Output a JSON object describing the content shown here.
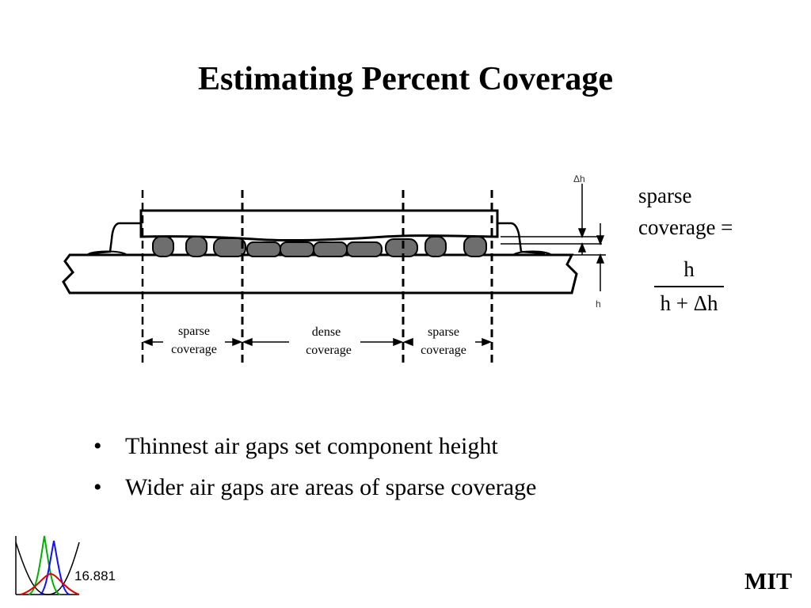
{
  "slide": {
    "title": "Estimating Percent Coverage"
  },
  "diagram": {
    "region_labels": [
      {
        "line1": "sparse",
        "line2": "coverage"
      },
      {
        "line1": "dense",
        "line2": "coverage"
      },
      {
        "line1": "sparse",
        "line2": "coverage"
      }
    ],
    "delta_h_label": "Δh",
    "h_label": "h",
    "colors": {
      "bump_fill": "#6e6e6e",
      "line": "#000000"
    }
  },
  "formula": {
    "label_line1": "sparse",
    "label_line2": "coverage =",
    "numerator": "h",
    "denominator": "h + Δh"
  },
  "bullets": [
    "Thinnest air gaps set component height",
    "Wider air gaps are areas of sparse coverage"
  ],
  "footer": {
    "course": "16.881",
    "institution": "MIT",
    "logo_icon": "gaussian-curves-logo-icon"
  }
}
